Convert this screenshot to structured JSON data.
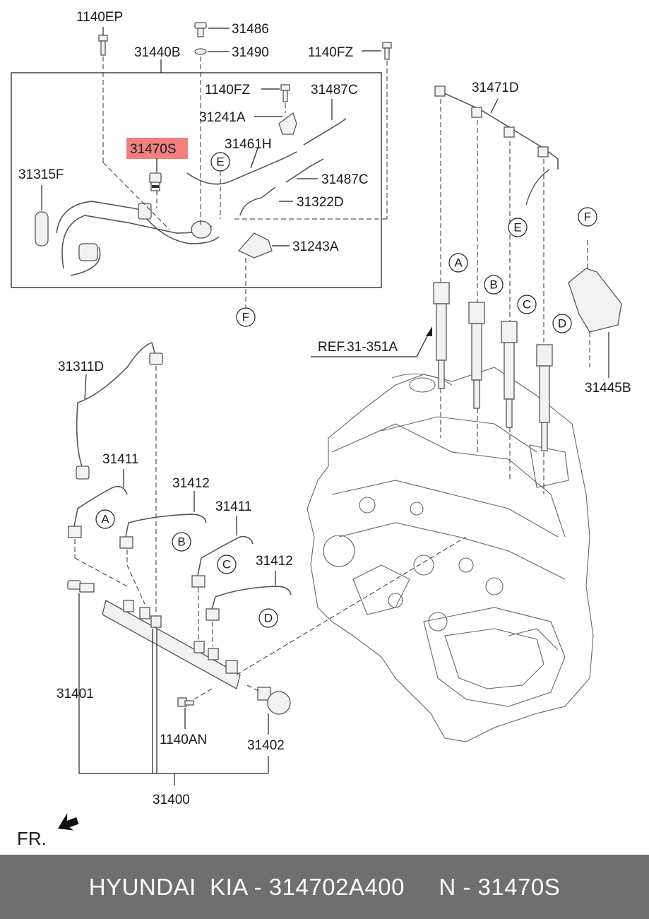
{
  "labels": {
    "l_1140EP": "1140EP",
    "l_31486": "31486",
    "l_31490": "31490",
    "l_31440B": "31440B",
    "l_1140FZ_top": "1140FZ",
    "l_1140FZ_inner": "1140FZ",
    "l_31487C_top": "31487C",
    "l_31241A": "31241A",
    "l_31470S": "31470S",
    "l_31461H": "31461H",
    "l_31315F": "31315F",
    "l_31487C_bottom": "31487C",
    "l_31322D": "31322D",
    "l_31243A": "31243A",
    "l_31471D": "31471D",
    "l_ref": "REF.31-351A",
    "l_31445B": "31445B",
    "l_31311D": "31311D",
    "l_31411_a": "31411",
    "l_31412_a": "31412",
    "l_31411_b": "31411",
    "l_31412_b": "31412",
    "l_31401": "31401",
    "l_1140AN": "1140AN",
    "l_31402": "31402",
    "l_31400": "31400",
    "l_fr": "FR."
  },
  "markers": {
    "A1": "A",
    "B1": "B",
    "C1": "C",
    "D1": "D",
    "A2": "A",
    "B2": "B",
    "C2": "C",
    "D2": "D",
    "E1": "E",
    "E2": "E",
    "F1": "F",
    "F2": "F"
  },
  "highlight": {
    "color": "#f08080",
    "part": "31470S"
  },
  "footer": {
    "brand": "HYUNDAI  KIA - 314702A400",
    "code": "N - 31470S"
  }
}
